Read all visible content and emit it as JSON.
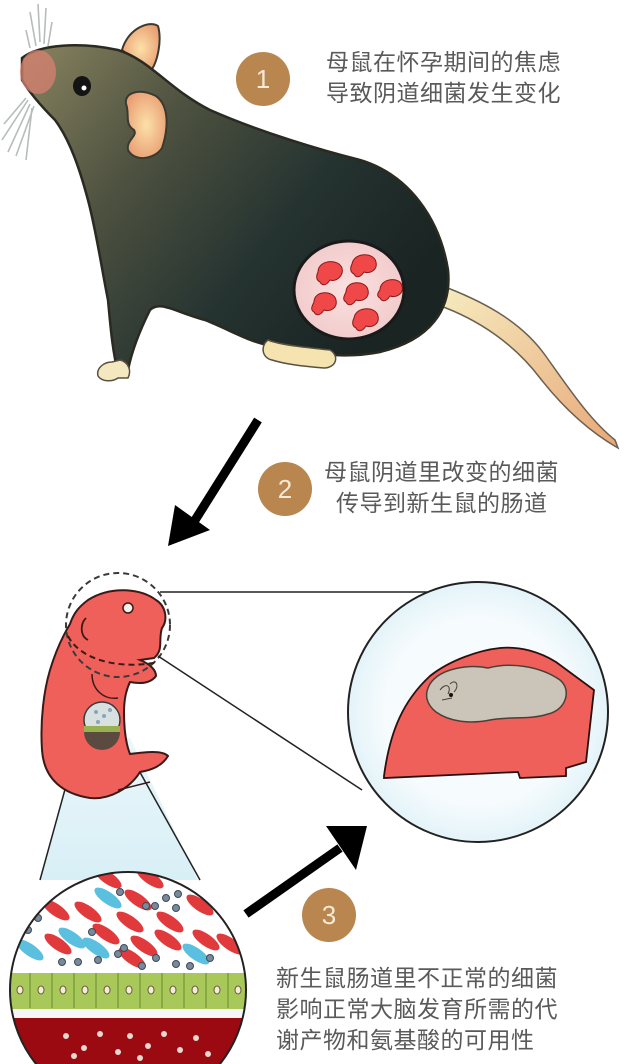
{
  "colors": {
    "badge": "#b8864e",
    "badge_text": "#f6ead6",
    "caption_text": "#5a5a5a",
    "mouse_body_dark": "#1f2a28",
    "mouse_body_light": "#7c7a5a",
    "mouse_ear": "#f3b68a",
    "pup_body": "#f0605a",
    "bacteria_red": "#e0383a",
    "bacteria_blue": "#5bbfe0",
    "epithelium": "#a8c85a",
    "blood": "#9a0a10",
    "brain": "#c9c4b8",
    "magnifier_fill": "#e8f6fa"
  },
  "steps": [
    {
      "number": "1",
      "lines": [
        "母鼠在怀孕期间的焦虑",
        "导致阴道细菌发生变化"
      ]
    },
    {
      "number": "2",
      "lines": [
        "母鼠阴道里改变的细菌",
        "传导到新生鼠的肠道"
      ]
    },
    {
      "number": "3",
      "lines": [
        "新生鼠肠道里不正常的细菌",
        "影响正常大脑发育所需的代",
        "谢产物和氨基酸的可用性"
      ]
    }
  ],
  "illustrations": {
    "mother_mouse": "pregnant-mouse-with-embryos",
    "arrow_1": "arrow-down-left",
    "pup": "newborn-pup",
    "brain_inset": "pup-brain-magnified",
    "gut_inset": "gut-bacteria-magnified",
    "arrow_2": "arrow-up-right"
  }
}
